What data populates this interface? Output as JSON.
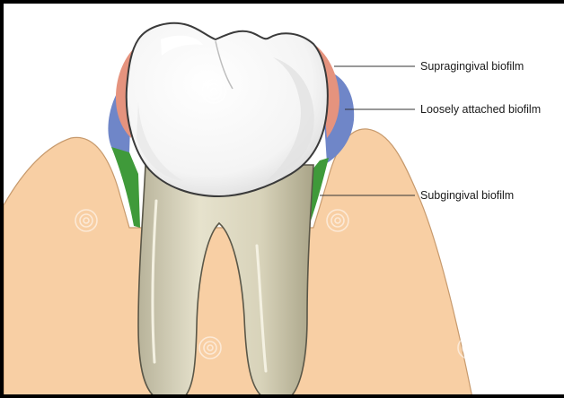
{
  "diagram": {
    "labels": {
      "supragingival": "Supragingival biofilm",
      "loosely_attached": "Loosely attached biofilm",
      "subgingival": "Subgingival biofilm"
    },
    "colors": {
      "gum": "#f8cfa4",
      "gum_outline": "#c79a6d",
      "crown": "#ffffff",
      "root": "#ddd9c2",
      "supragingival_biofilm": "#e5937e",
      "loosely_attached_biofilm": "#6f86c8",
      "subgingival_biofilm": "#3f9a3a",
      "leader_line": "#333333"
    },
    "watermark_icon": "dreamstime-spiral-icon"
  }
}
